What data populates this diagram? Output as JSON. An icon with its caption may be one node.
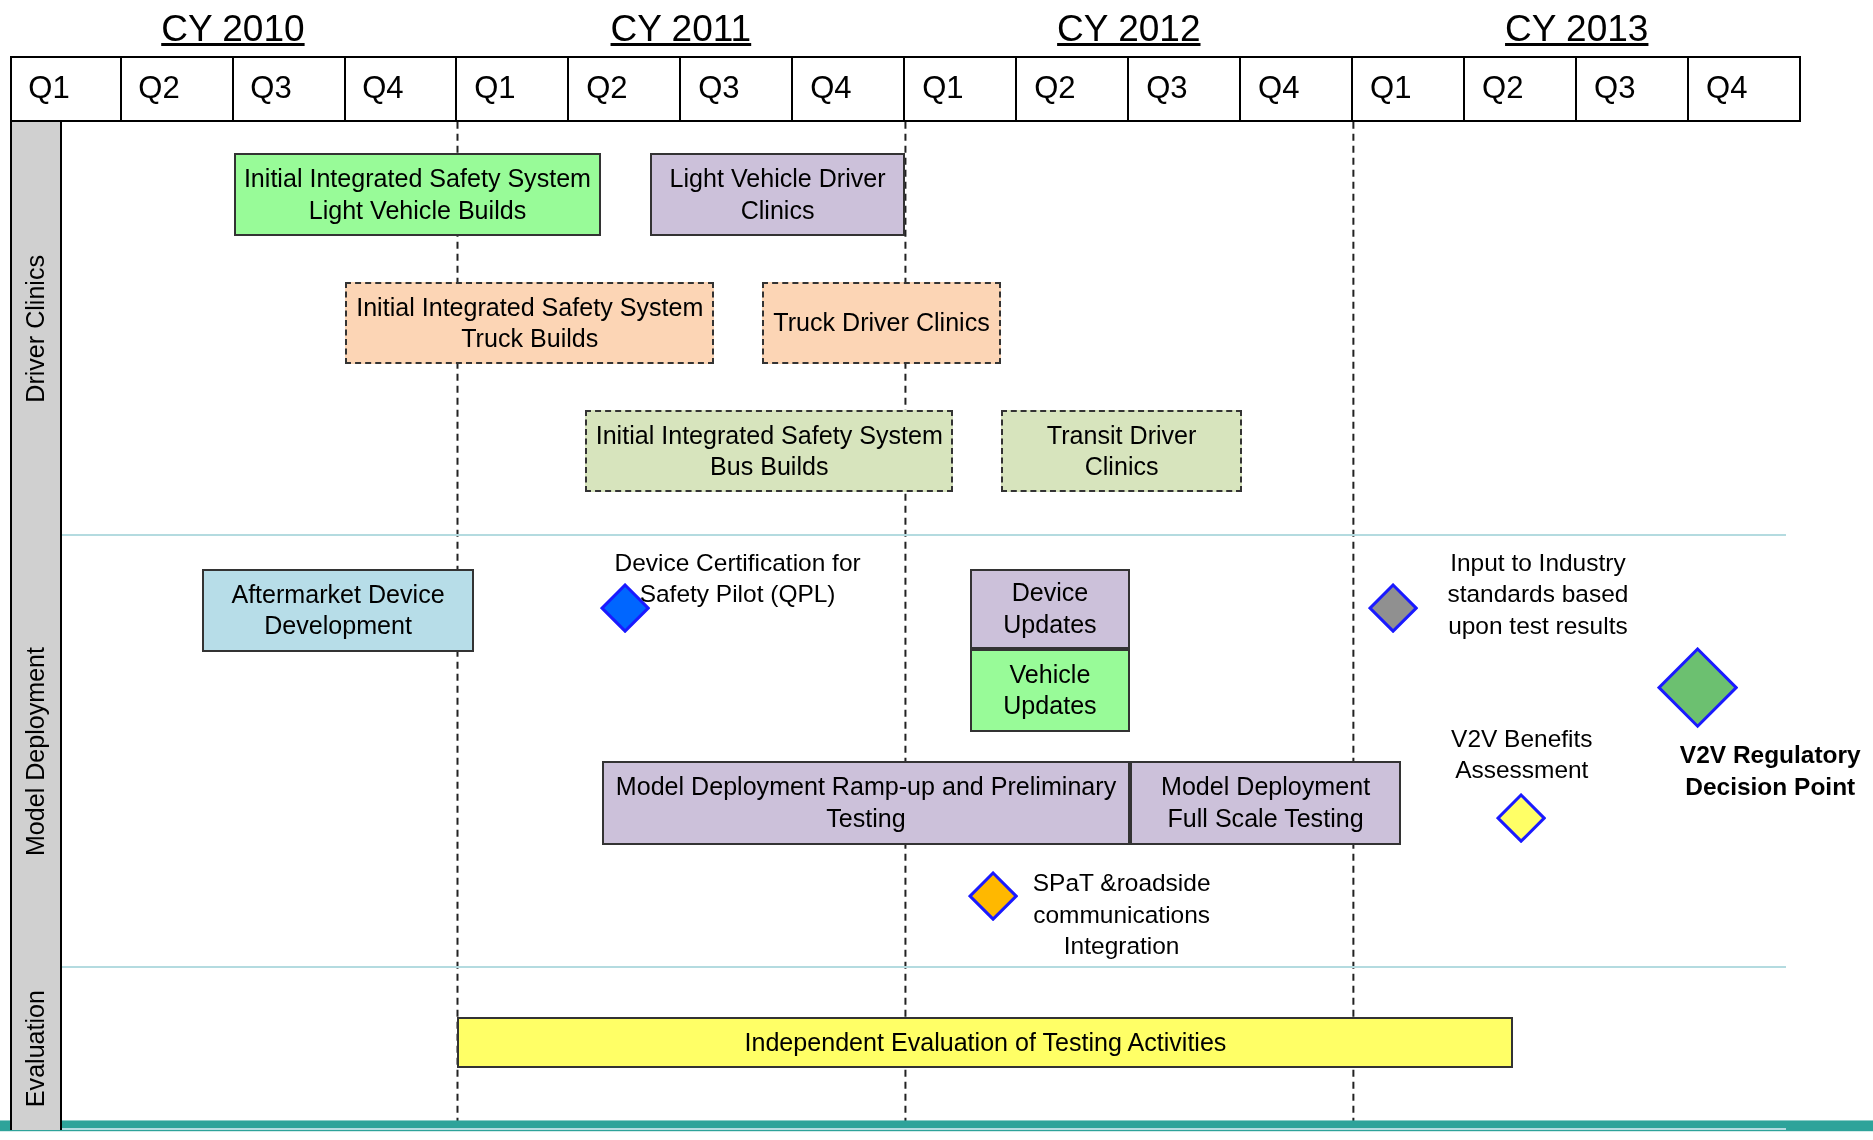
{
  "diagram": {
    "nodes": [
      {
        "text": [
          "Driver Clinics"
        ]
      },
      {
        "text": [
          "Initial Integrated Safety System Light Vehicle Builds"
        ],
        "in": 0
      },
      {
        "text": [
          "Light Vehicle Driver Clinics"
        ],
        "in": 0
      },
      {
        "text": [
          "Initial Integrated Safety System Truck Builds"
        ],
        "in": 0
      },
      {
        "text": [
          "Truck Driver Clinics"
        ],
        "in": 0
      },
      {
        "text": [
          "Initial Integrated Safety System Bus Builds"
        ],
        "in": 0
      },
      {
        "text": [
          "Transit Driver Clinics"
        ],
        "in": 0
      },
      {
        "text": [
          "Model Deployment"
        ]
      },
      {
        "text": [
          "Aftermarket Device Development"
        ],
        "in": 7
      },
      {
        "text": [],
        "shape": "diamond",
        "beside": [
          "Device Certification for Safety Pilot (QPL)"
        ],
        "in": 7
      },
      {
        "text": [
          "Device Updates"
        ],
        "in": 7
      },
      {
        "text": [
          "Vehicle Updates"
        ],
        "in": 7
      },
      {
        "text": [
          "Model Deployment Ramp-up and Preliminary Testing"
        ],
        "in": 7
      },
      {
        "text": [
          "Model Deployment Full Scale Testing"
        ],
        "in": 7
      },
      {
        "text": [],
        "shape": "diamond",
        "beside": [
          "Input to Industry standards based upon test results"
        ],
        "in": 7
      },
      {
        "text": [],
        "shape": "diamond",
        "beside": [
          "V2V Benefits Assessment"
        ],
        "in": 7
      },
      {
        "text": [],
        "shape": "diamond",
        "beside": [
          "V2V Regulatory Decision Point"
        ],
        "in": 7
      },
      {
        "text": [],
        "shape": "diamond",
        "beside": [
          "SPaT &roadside communications Integration"
        ],
        "in": 7
      },
      {
        "text": [
          "Evaluation"
        ]
      },
      {
        "text": [
          "Independent Evaluation of Testing Activities"
        ],
        "in": 18
      }
    ],
    "edges": [],
    "labels": [
      "CY 2010",
      "CY 2011",
      "CY 2012",
      "CY 2013",
      "Q1",
      "Q2",
      "Q3",
      "Q4",
      "Q1",
      "Q2",
      "Q3",
      "Q4",
      "Q1",
      "Q2",
      "Q3",
      "Q4",
      "Q1",
      "Q2",
      "Q3",
      "Q4"
    ]
  }
}
